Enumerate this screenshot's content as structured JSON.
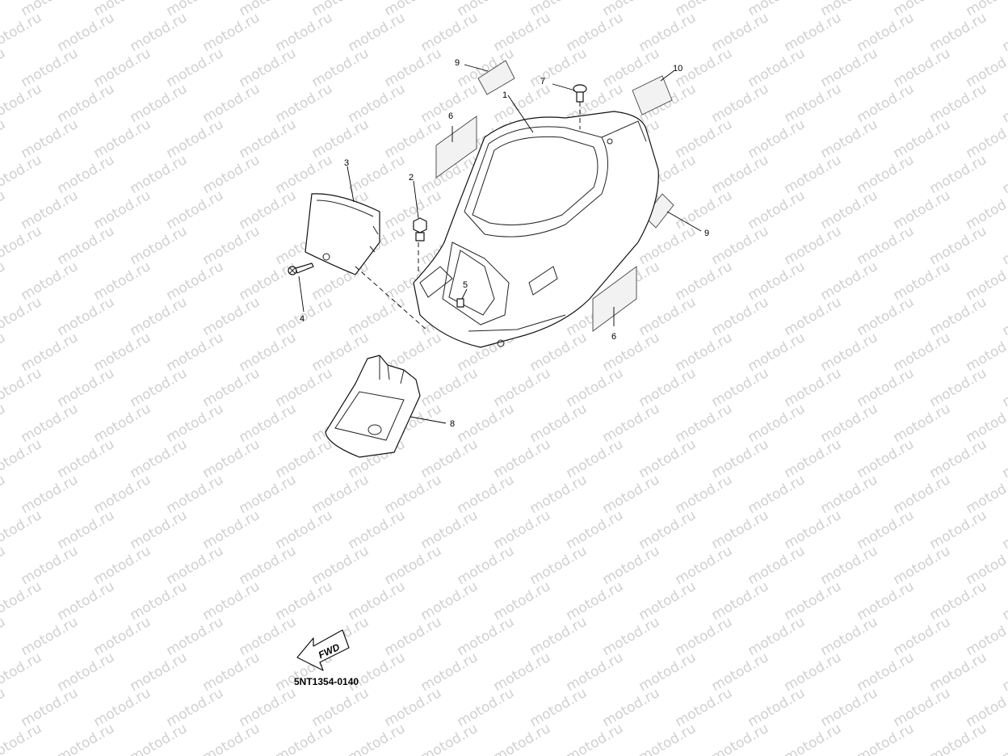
{
  "watermark": {
    "text": "motod.ru"
  },
  "diagram": {
    "code": "5NT1354-0140",
    "fwd_label": "FWD",
    "callouts": {
      "c1": "1",
      "c2": "2",
      "c3": "3",
      "c4": "4",
      "c5": "5",
      "c6a": "6",
      "c6b": "6",
      "c7": "7",
      "c8": "8",
      "c9a": "9",
      "c9b": "9",
      "c10": "10"
    }
  }
}
